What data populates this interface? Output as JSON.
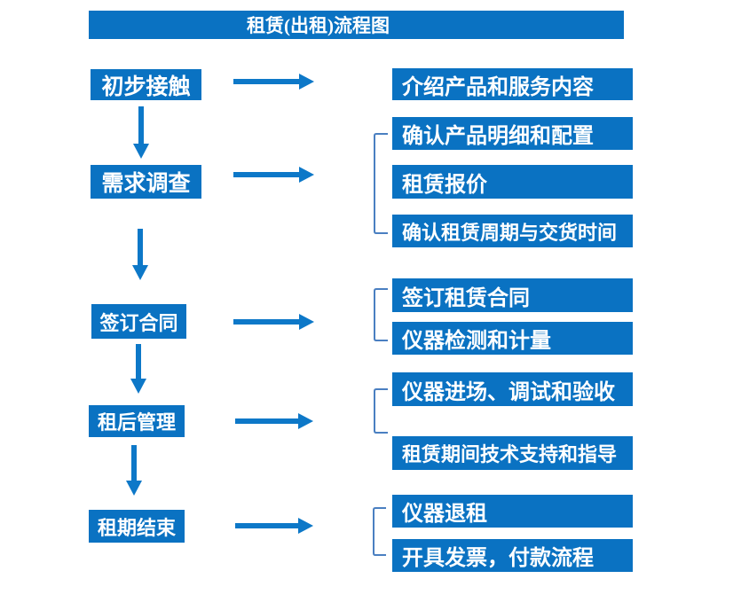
{
  "title": "租赁(出租)流程图",
  "colors": {
    "background": "#ffffff",
    "box_fill": "#0a72c2",
    "arrow": "#0d78c8",
    "bracket": "#4a7fc1",
    "text": "#ffffff"
  },
  "steps": [
    {
      "label": "初步接触",
      "details": [
        "介绍产品和服务内容"
      ]
    },
    {
      "label": "需求调查",
      "details": [
        "确认产品明细和配置",
        "租赁报价",
        "确认租赁周期与交货时间"
      ]
    },
    {
      "label": "签订合同",
      "details": [
        "签订租赁合同",
        "仪器检测和计量"
      ]
    },
    {
      "label": "租后管理",
      "details": [
        "仪器进场、调试和验收",
        "租赁期间技术支持和指导"
      ]
    },
    {
      "label": "租期结束",
      "details": [
        "仪器退租",
        "开具发票，付款流程"
      ]
    }
  ]
}
